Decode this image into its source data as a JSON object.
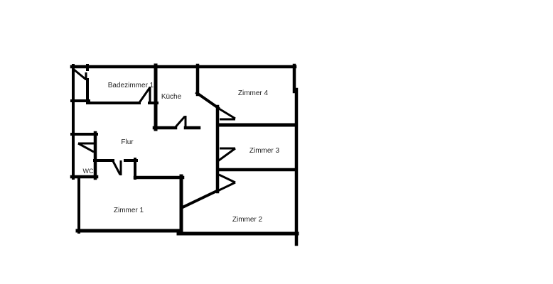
{
  "diagram": {
    "type": "floor-plan",
    "background_color": "#ffffff",
    "wall_color": "#000000",
    "label_color": "#1f1f1f",
    "rooms": [
      {
        "name": "badezimmer-1",
        "label": "Badezimmer 1"
      },
      {
        "name": "kueche",
        "label": "Küche"
      },
      {
        "name": "zimmer-4",
        "label": "Zimmer 4"
      },
      {
        "name": "flur",
        "label": "Flur"
      },
      {
        "name": "wc",
        "label": "WC"
      },
      {
        "name": "zimmer-3",
        "label": "Zimmer 3"
      },
      {
        "name": "zimmer-1",
        "label": "Zimmer 1"
      },
      {
        "name": "zimmer-2",
        "label": "Zimmer 2"
      }
    ]
  }
}
